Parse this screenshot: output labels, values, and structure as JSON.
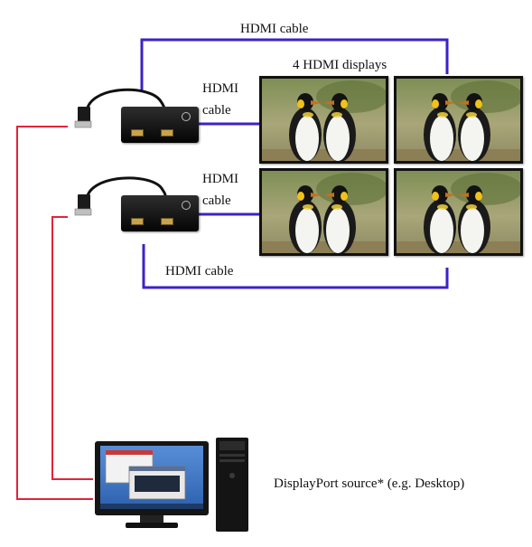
{
  "labels": {
    "top_cable": "HDMI cable",
    "displays_title": "4 HDMI displays",
    "upper_cable_line1": "HDMI",
    "upper_cable_line2": "cable",
    "lower_cable_line1": "HDMI",
    "lower_cable_line2": "cable",
    "bottom_cable": "HDMI cable",
    "source": "DisplayPort source* (e.g. Desktop)"
  },
  "colors": {
    "hdmi_cable": "#3b22c7",
    "displayport_cable": "#e0243a",
    "adapter_cord": "#111111"
  },
  "icons": {
    "displays": "penguin-wallpaper",
    "source": "desktop-computer"
  }
}
